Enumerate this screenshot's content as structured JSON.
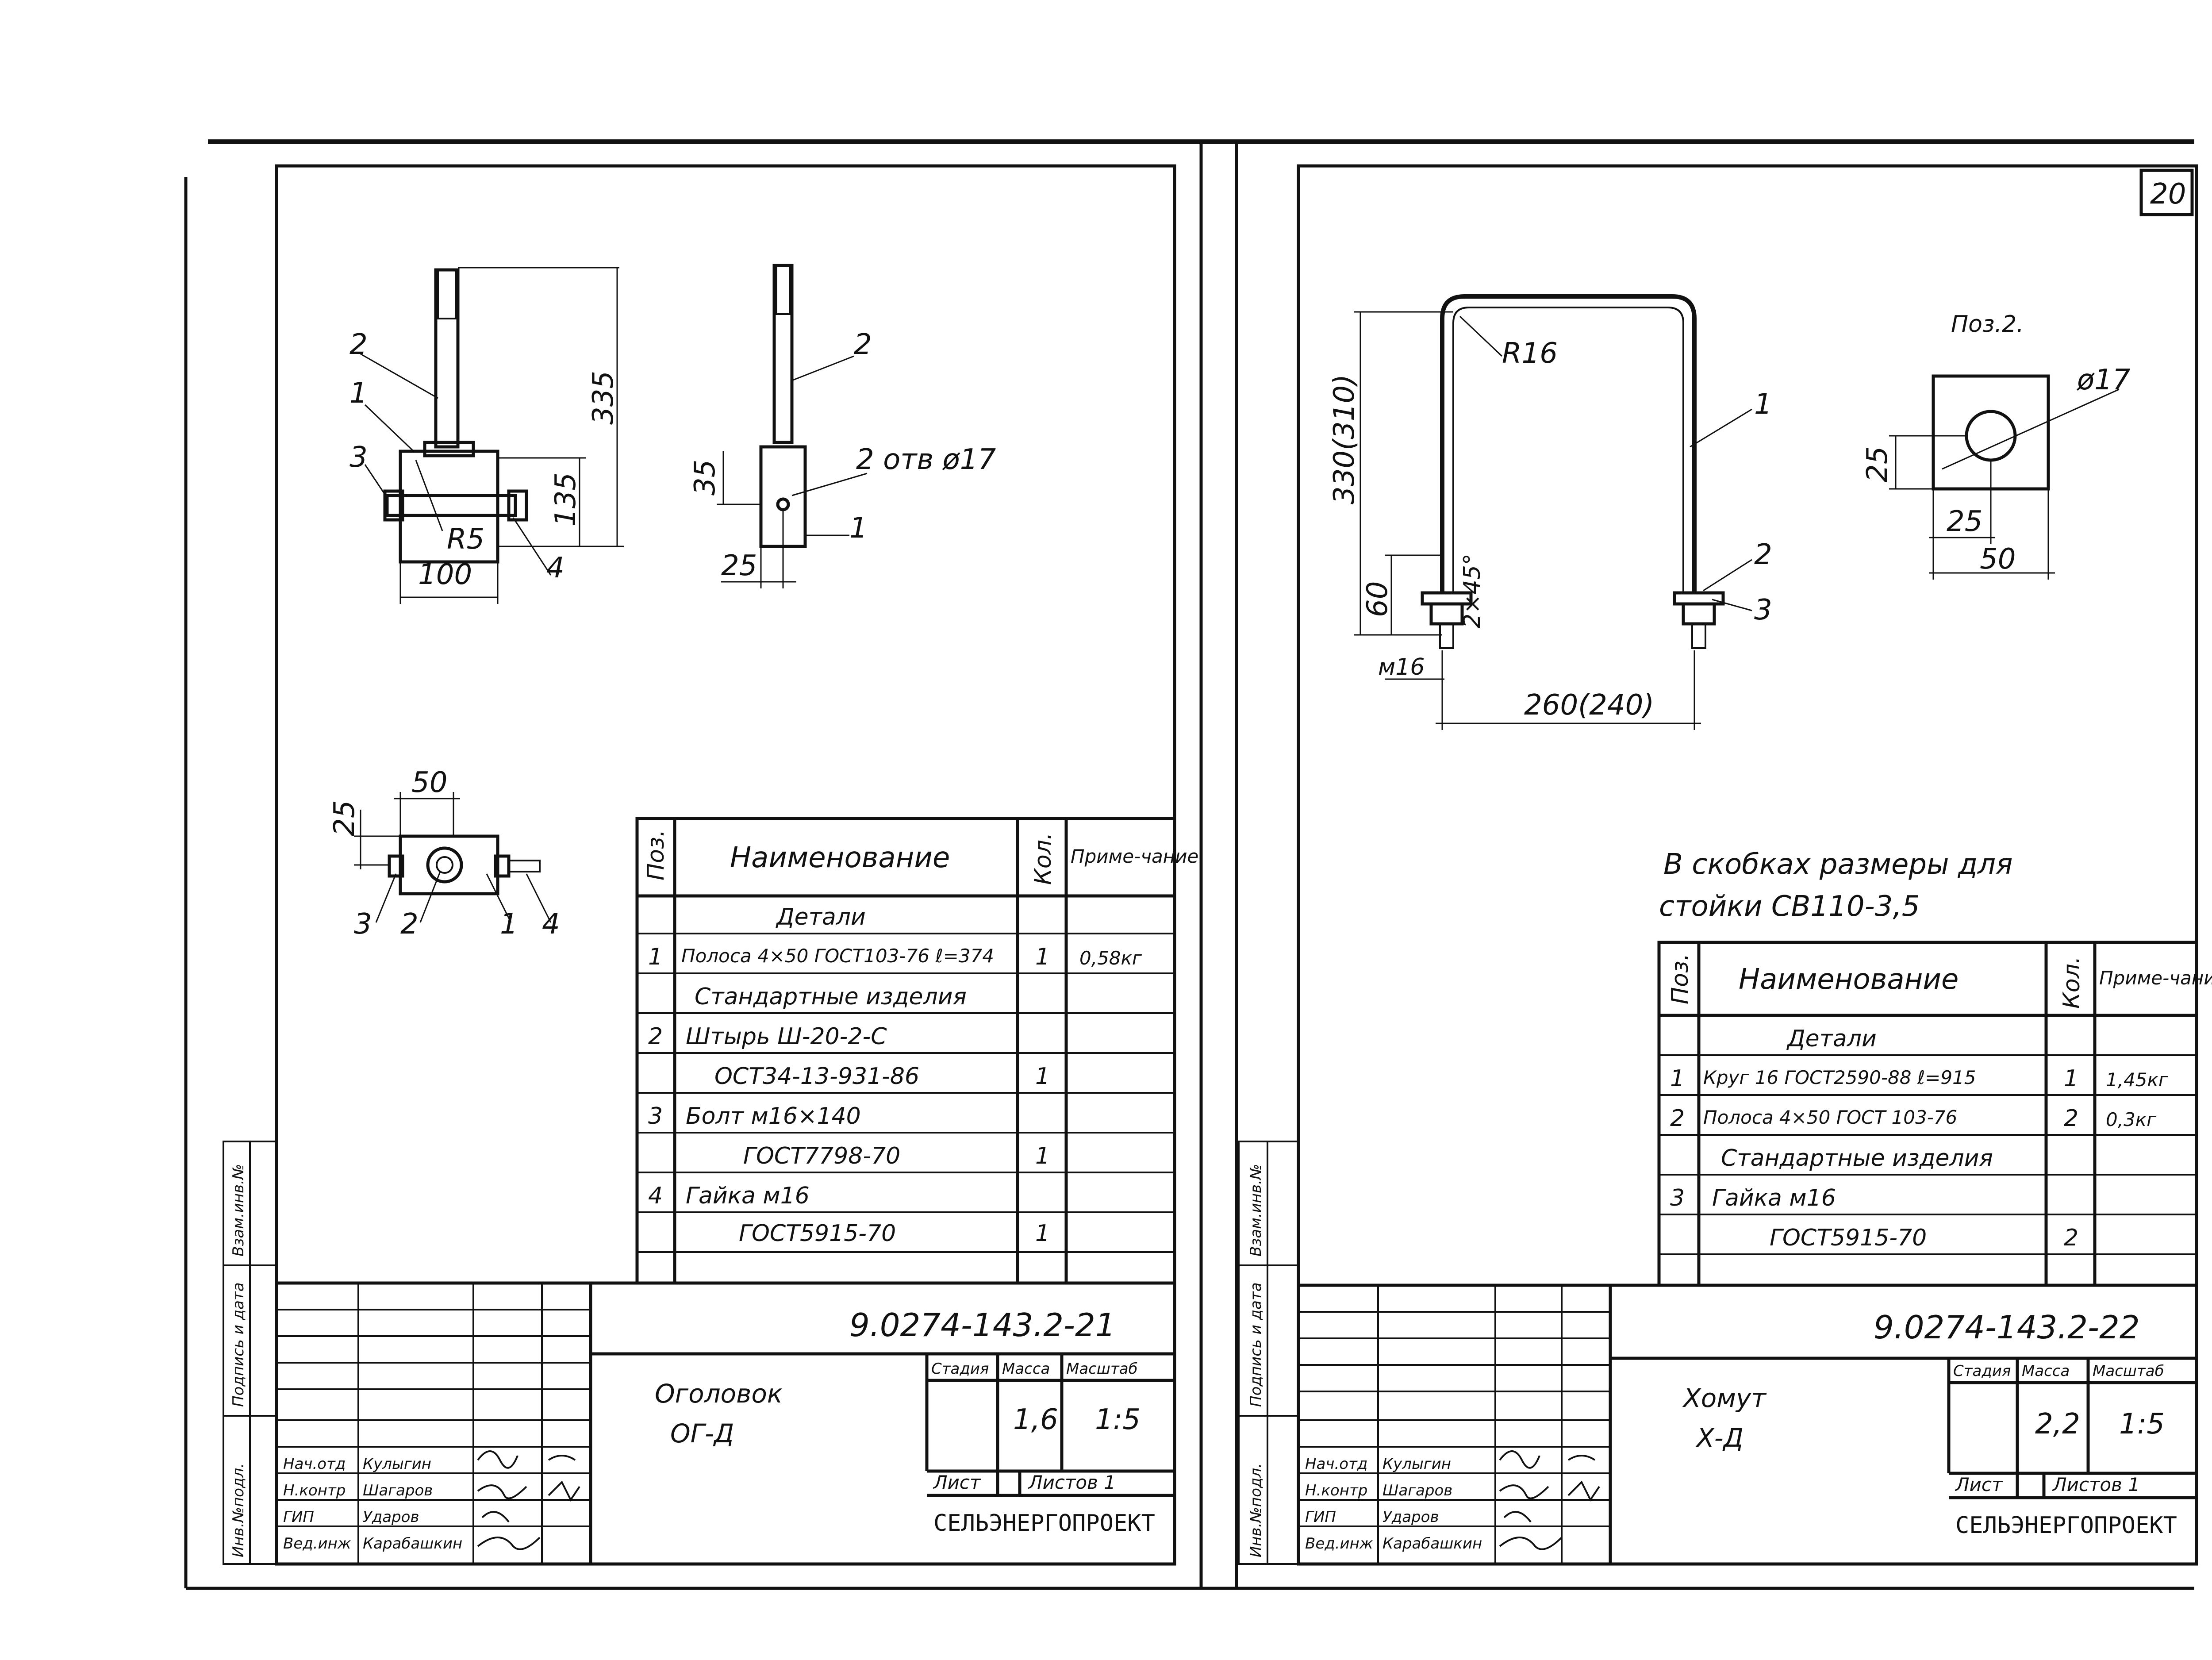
{
  "left_sheet": {
    "drawing": {
      "pos": [
        "1",
        "2",
        "3",
        "4"
      ],
      "dims": {
        "h335": "335",
        "h135": "135",
        "w100": "100",
        "r5": "R5",
        "h35": "35",
        "w25": "25",
        "hole": "2 отв ø17",
        "top_w50": "50",
        "top_h25": "25"
      },
      "top_view_labels": [
        "3",
        "2",
        "1",
        "4"
      ],
      "side_labels": [
        "2",
        "1"
      ]
    },
    "spec_table": {
      "headers": {
        "pos": "Поз.",
        "name": "Наименование",
        "qty": "Кол.",
        "note": "Приме-чание"
      },
      "rows": [
        {
          "pos": "",
          "name": "Детали",
          "qty": "",
          "note": ""
        },
        {
          "pos": "1",
          "name": "Полоса 4×50 ГОСТ103-76 ℓ=374",
          "qty": "1",
          "note": "0,58кг"
        },
        {
          "pos": "",
          "name": "Стандартные изделия",
          "qty": "",
          "note": ""
        },
        {
          "pos": "2",
          "name": "Штырь Ш-20-2-С",
          "qty": "",
          "note": ""
        },
        {
          "pos": "",
          "name": "ОСТ34-13-931-86",
          "qty": "1",
          "note": ""
        },
        {
          "pos": "3",
          "name": "Болт м16×140",
          "qty": "",
          "note": ""
        },
        {
          "pos": "",
          "name": "ГОСТ7798-70",
          "qty": "1",
          "note": ""
        },
        {
          "pos": "4",
          "name": "Гайка м16",
          "qty": "",
          "note": ""
        },
        {
          "pos": "",
          "name": "ГОСТ5915-70",
          "qty": "1",
          "note": ""
        }
      ]
    },
    "title_block": {
      "code": "9.0274-143.2-21",
      "name_line1": "Оголовок",
      "name_line2": "ОГ-Д",
      "stage_label": "Стадия",
      "mass_label": "Масса",
      "scale_label": "Масштаб",
      "mass": "1,6",
      "scale": "1:5",
      "sheet_label": "Лист",
      "sheets_label": "Листов 1",
      "org": "СЕЛЬЭНЕРГОПРОЕКТ",
      "people": [
        {
          "role": "Нач.отд",
          "name": "Кулыгин"
        },
        {
          "role": "Н.контр",
          "name": "Шагаров"
        },
        {
          "role": "ГИП",
          "name": "Ударов"
        },
        {
          "role": "Вед.инж",
          "name": "Карабашкин"
        }
      ],
      "side_stamp": [
        "Инв.№подл.",
        "Подпись и дата",
        "Взам.инв.№"
      ]
    }
  },
  "right_sheet": {
    "sheet_number": "20",
    "drawing": {
      "dims": {
        "r16": "R16",
        "h330": "330(310)",
        "h60": "60",
        "chamfer": "2×45°",
        "m16": "м16",
        "w260": "260(240)"
      },
      "pos": [
        "1",
        "2",
        "3"
      ],
      "pos2_title": "Поз.2.",
      "pos2_dims": {
        "hole": "ø17",
        "h25": "25",
        "w25": "25",
        "w50": "50"
      }
    },
    "note_line1": "В скобках размеры для",
    "note_line2": "стойки СВ110-3,5",
    "spec_table": {
      "headers": {
        "pos": "Поз.",
        "name": "Наименование",
        "qty": "Кол.",
        "note": "Приме-чание"
      },
      "rows": [
        {
          "pos": "",
          "name": "Детали",
          "qty": "",
          "note": ""
        },
        {
          "pos": "1",
          "name": "Круг 16 ГОСТ2590-88 ℓ=915",
          "qty": "1",
          "note": "1,45кг"
        },
        {
          "pos": "2",
          "name": "Полоса 4×50 ГОСТ 103-76",
          "qty": "2",
          "note": "0,3кг"
        },
        {
          "pos": "",
          "name": "Стандартные изделия",
          "qty": "",
          "note": ""
        },
        {
          "pos": "3",
          "name": "Гайка м16",
          "qty": "",
          "note": ""
        },
        {
          "pos": "",
          "name": "ГОСТ5915-70",
          "qty": "2",
          "note": ""
        }
      ]
    },
    "title_block": {
      "code": "9.0274-143.2-22",
      "name_line1": "Хомут",
      "name_line2": "Х-Д",
      "stage_label": "Стадия",
      "mass_label": "Масса",
      "scale_label": "Масштаб",
      "mass": "2,2",
      "scale": "1:5",
      "sheet_label": "Лист",
      "sheets_label": "Листов 1",
      "org": "СЕЛЬЭНЕРГОПРОЕКТ",
      "people": [
        {
          "role": "Нач.отд",
          "name": "Кулыгин"
        },
        {
          "role": "Н.контр",
          "name": "Шагаров"
        },
        {
          "role": "ГИП",
          "name": "Ударов"
        },
        {
          "role": "Вед.инж",
          "name": "Карабашкин"
        }
      ],
      "side_stamp": [
        "Инв.№подл.",
        "Подпись и дата",
        "Взам.инв.№"
      ]
    }
  }
}
